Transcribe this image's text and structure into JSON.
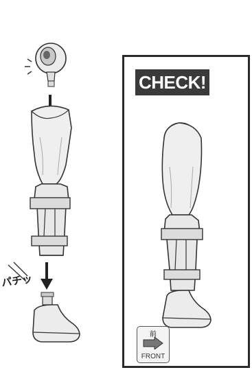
{
  "check_panel": {
    "label": "CHECK!"
  },
  "snap_sound": "パチッ",
  "front_badge": {
    "kanji": "前",
    "label": "FRONT"
  },
  "colors": {
    "line": "#333333",
    "fill": "#eeeeee",
    "label_bg": "#3a3a3a"
  }
}
